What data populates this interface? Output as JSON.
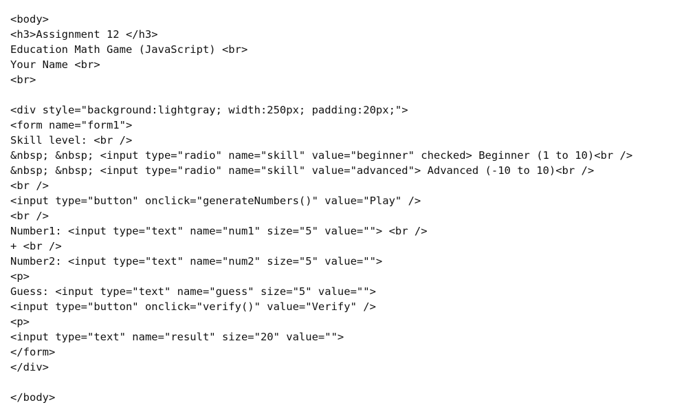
{
  "code": {
    "lines": [
      "<body>",
      "<h3>Assignment 12 </h3>",
      "Education Math Game (JavaScript) <br>",
      "Your Name <br>",
      "<br>",
      "",
      "<div style=\"background:lightgray; width:250px; padding:20px;\">",
      "<form name=\"form1\">",
      "Skill level: <br />",
      "&nbsp; &nbsp; <input type=\"radio\" name=\"skill\" value=\"beginner\" checked> Beginner (1 to 10)<br />",
      "&nbsp; &nbsp; <input type=\"radio\" name=\"skill\" value=\"advanced\"> Advanced (-10 to 10)<br />",
      "<br />",
      "<input type=\"button\" onclick=\"generateNumbers()\" value=\"Play\" />",
      "<br />",
      "Number1: <input type=\"text\" name=\"num1\" size=\"5\" value=\"\"> <br />",
      "+ <br />",
      "Number2: <input type=\"text\" name=\"num2\" size=\"5\" value=\"\">",
      "<p>",
      "Guess: <input type=\"text\" name=\"guess\" size=\"5\" value=\"\">",
      "<input type=\"button\" onclick=\"verify()\" value=\"Verify\" />",
      "<p>",
      "<input type=\"text\" name=\"result\" size=\"20\" value=\"\">",
      "</form>",
      "</div>",
      "",
      "</body>"
    ]
  }
}
